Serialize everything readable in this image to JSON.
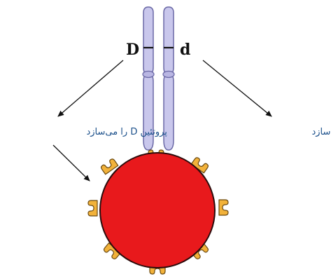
{
  "diagram": {
    "allele_left": "D",
    "allele_right": "d",
    "caption_left": "پروتئین D را می‌سازد",
    "caption_right": "پروتئین D را می‌سازد"
  },
  "colors": {
    "chromosome_fill": "#c9c7ec",
    "chromosome_stroke": "#6b69a6",
    "cell_fill": "#e8191c",
    "cell_stroke": "#2b0b0b",
    "receptor_fill": "#f2b23a",
    "receptor_stroke": "#6b4a12",
    "caption_color": "#1a4f8a",
    "arrow_color": "#111111"
  },
  "icons": {
    "chromosome_pair": "homologous-chromosome-pair",
    "cell": "red-blood-cell",
    "receptor": "surface-antigen-receptor"
  }
}
